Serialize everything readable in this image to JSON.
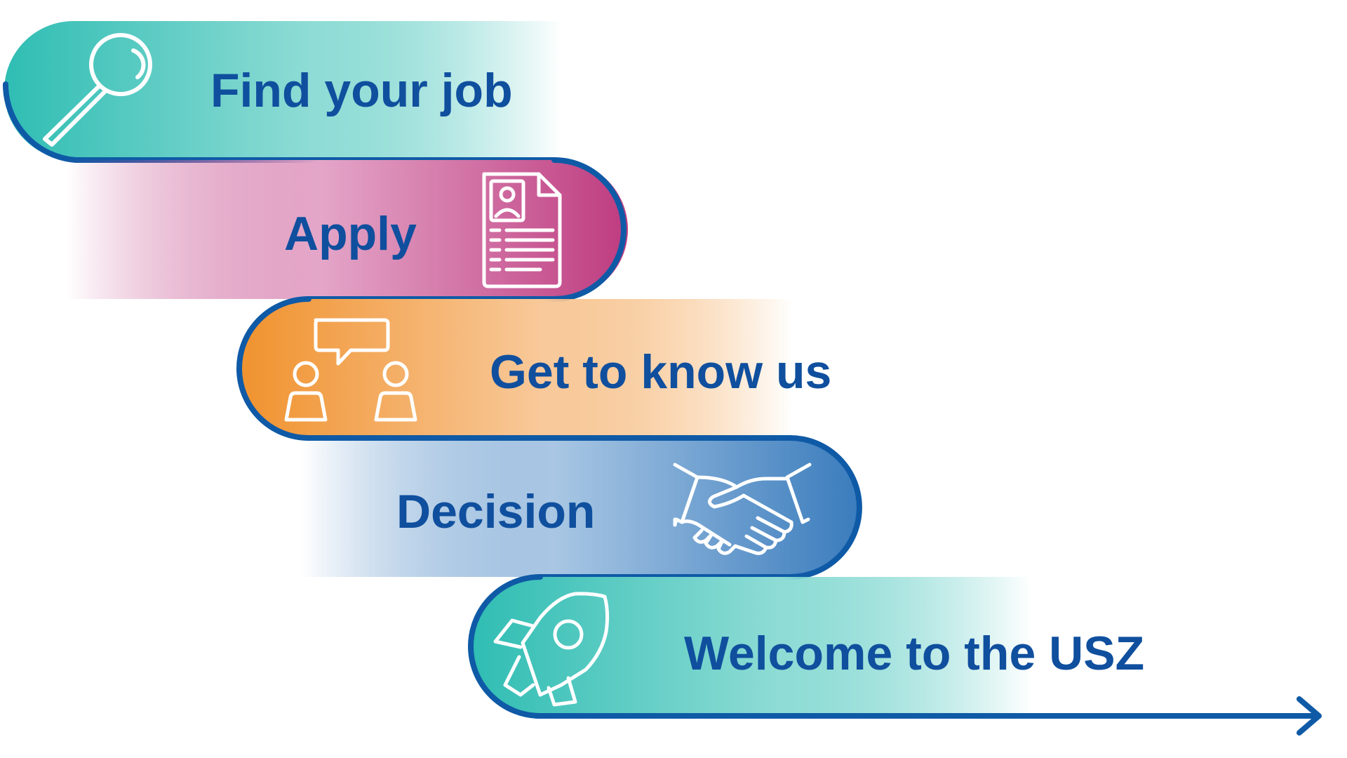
{
  "colors": {
    "outline": "#0f5aa6",
    "text": "#0f4f9e",
    "teal": "#2fbdb3",
    "magenta": "#be3c80",
    "orange": "#f0922e",
    "blue": "#3a7cbd"
  },
  "steps": [
    {
      "label": "Find your job",
      "icon": "magnifier-icon",
      "color": "#2fbdb3"
    },
    {
      "label": "Apply",
      "icon": "resume-document-icon",
      "color": "#be3c80"
    },
    {
      "label": "Get to know us",
      "icon": "conversation-people-icon",
      "color": "#f0922e"
    },
    {
      "label": "Decision",
      "icon": "handshake-icon",
      "color": "#3a7cbd"
    },
    {
      "label": "Welcome to the USZ",
      "icon": "rocket-icon",
      "color": "#2fbdb3"
    }
  ]
}
